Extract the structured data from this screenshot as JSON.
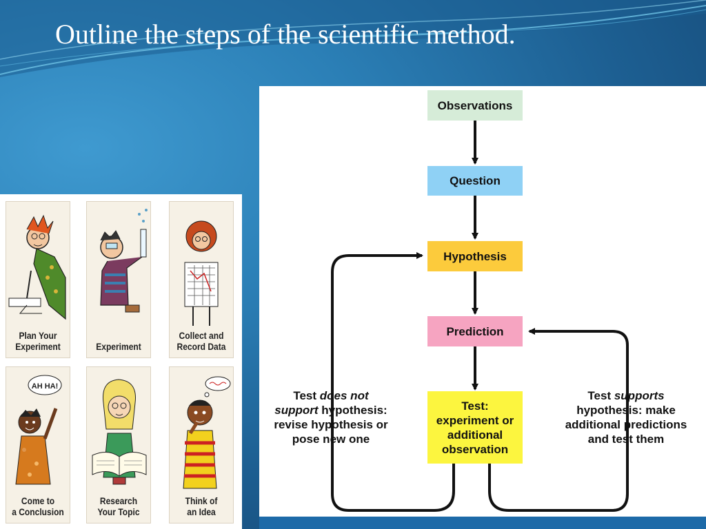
{
  "slide": {
    "title": "Outline the steps of the scientific method."
  },
  "cartoons": [
    {
      "caption": "Plan Your\nExperiment"
    },
    {
      "caption": "Experiment"
    },
    {
      "caption": "Collect and\nRecord Data"
    },
    {
      "caption": "Come to\na Conclusion",
      "speech_bubble": "AH HA!"
    },
    {
      "caption": "Research\nYour Topic"
    },
    {
      "caption": "Think of\nan Idea"
    }
  ],
  "flowchart": {
    "steps": {
      "observations": "Observations",
      "question": "Question",
      "hypothesis": "Hypothesis",
      "prediction": "Prediction",
      "test": "Test:\nexperiment or\nadditional\nobservation"
    },
    "left_loop": {
      "part1": "Test ",
      "italic1": "does not",
      "italic2": "support",
      "part2": " hypothesis:",
      "part3": "revise hypothesis or",
      "part4": "pose new one"
    },
    "right_loop": {
      "part1": "Test ",
      "italic1": "supports",
      "part2": "hypothesis: make",
      "part3": "additional predictions",
      "part4": "and test them"
    },
    "colors": {
      "observations": "#d6ecd8",
      "question": "#8fd1f5",
      "hypothesis": "#fccb3c",
      "prediction": "#f6a4c1",
      "test": "#fcf53f"
    }
  }
}
